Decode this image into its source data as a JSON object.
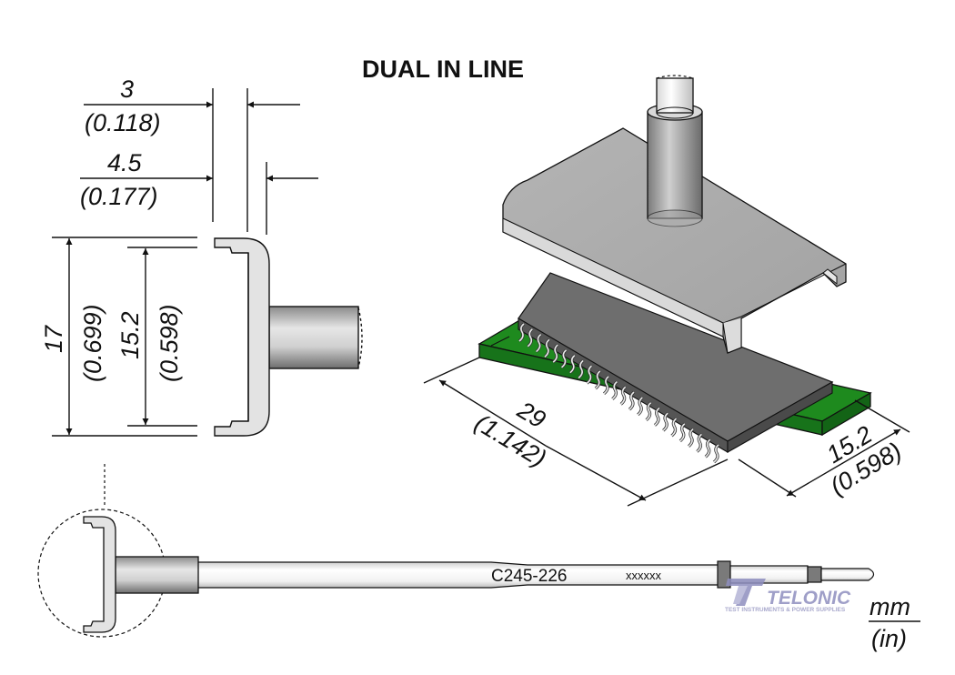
{
  "title": "DUAL IN LINE",
  "dimensions": {
    "width_3": {
      "mm": "3",
      "in": "(0.118)"
    },
    "width_4_5": {
      "mm": "4.5",
      "in": "(0.177)"
    },
    "height_17": {
      "mm": "17",
      "in": "(0.699)"
    },
    "inner_15_2": {
      "mm": "15.2",
      "in": "(0.598)"
    },
    "length_29": {
      "mm": "29",
      "in": "(1.142)"
    },
    "width_15_2": {
      "mm": "15.2",
      "in": "(0.598)"
    }
  },
  "tip": {
    "model": "C245-226",
    "serial": "xxxxxx"
  },
  "units": {
    "top": "mm",
    "bottom": "(in)"
  },
  "logo": {
    "letter": "T",
    "name": "TELONIC",
    "tagline": "TEST INSTRUMENTS & POWER SUPPLIES"
  },
  "colors": {
    "pcb_green": "#1e8a1e",
    "chip_gray": "#6e6e6e",
    "metal_gray": "#a9a9a9",
    "logo_blue": "#8f8fbf"
  }
}
